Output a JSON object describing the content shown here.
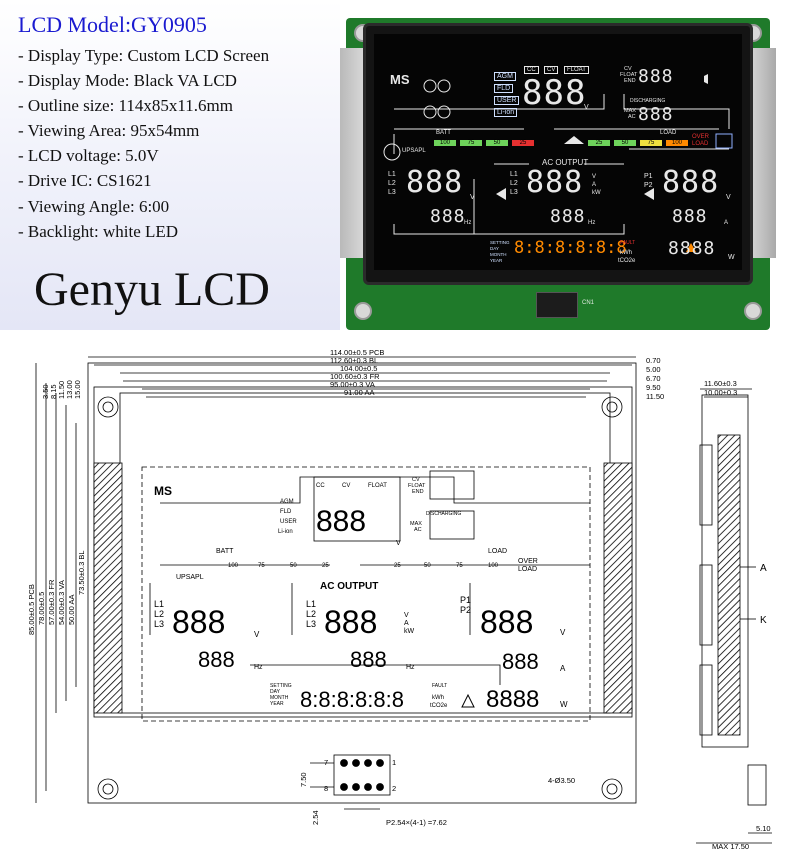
{
  "spec": {
    "title": "LCD Model:GY0905",
    "lines": [
      "- Display Type: Custom LCD Screen",
      "- Display Mode: Black VA LCD",
      "- Outline size: 114x85x11.6mm",
      "- Viewing Area: 95x54mm",
      "- LCD voltage: 5.0V",
      "- Drive IC: CS1621",
      "- Viewing Angle: 6:00",
      "- Backlight: white LED"
    ],
    "brand": "Genyu LCD",
    "title_color": "#1a1ad0"
  },
  "lcd": {
    "ms": "MS",
    "battery_types": [
      "AGM",
      "FLD",
      "USER",
      "Li-ion"
    ],
    "charge_modes": [
      "CC",
      "CV",
      "FLOAT"
    ],
    "cv_float_end": [
      "CV",
      "FLOAT",
      "END"
    ],
    "discharging": "DISCHARGING",
    "max_ac": [
      "MAX",
      "AC"
    ],
    "batt": "BATT",
    "load": "LOAD",
    "batt_bar": [
      "100",
      "75",
      "50",
      "25"
    ],
    "load_bar": [
      "25",
      "50",
      "75",
      "100"
    ],
    "over_load": [
      "OVER",
      "LOAD"
    ],
    "ups_apl": "UPSAPL",
    "ac_output": "AC OUTPUT",
    "l_labels": [
      "L1",
      "L2",
      "L3"
    ],
    "p_labels": [
      "P1",
      "P2"
    ],
    "units": {
      "v": "V",
      "a": "A",
      "hz": "Hz",
      "kw": "kW",
      "w": "W",
      "kwh": "kWh",
      "tco2e": "tCO2e"
    },
    "fault": "FAULT",
    "time_labels": [
      "SETTING",
      "DAY",
      "MONTH",
      "YEAR"
    ],
    "digits3": "888",
    "digits4": "8888",
    "digits6": "8:8:8:8:8:8",
    "connector": "CN1",
    "accent_orange": "#ff8a00",
    "accent_red": "#e63030",
    "accent_green": "#6ed35b",
    "accent_yellow": "#f0e040"
  },
  "drawing": {
    "top_dims": [
      "114.00±0.5 PCB",
      "112.60±0.3 BL",
      "104.00±0.5",
      "100.60±0.3 FR",
      "95.00±0.3 VA",
      "91.00 AA"
    ],
    "right_dims": [
      "0.70",
      "5.00",
      "6.70",
      "9.50",
      "11.50"
    ],
    "left_top_dims": [
      "3.50",
      "8.15",
      "11.50",
      "13.00",
      "15.00"
    ],
    "left_dims": [
      "85.00±0.5 PCB",
      "78.00±0.5",
      "57.00±0.3 FR",
      "54.00±0.3 VA",
      "50.00 AA",
      "73.50±0.3 BL"
    ],
    "side_dims": [
      "11.60±0.3",
      "10.00±0.3"
    ],
    "side_labels": [
      "A",
      "K"
    ],
    "pin_labels": [
      "7",
      "1",
      "8",
      "2"
    ],
    "pin_dims": [
      "7.50",
      "2.54",
      "P2.54×(4-1) =7.62",
      "4-Ø3.50"
    ],
    "bottom_side_dims": [
      "5.10",
      "MAX 17.50"
    ],
    "time_labels": [
      "SETTING",
      "DAY",
      "MONTH",
      "YEAR"
    ]
  }
}
